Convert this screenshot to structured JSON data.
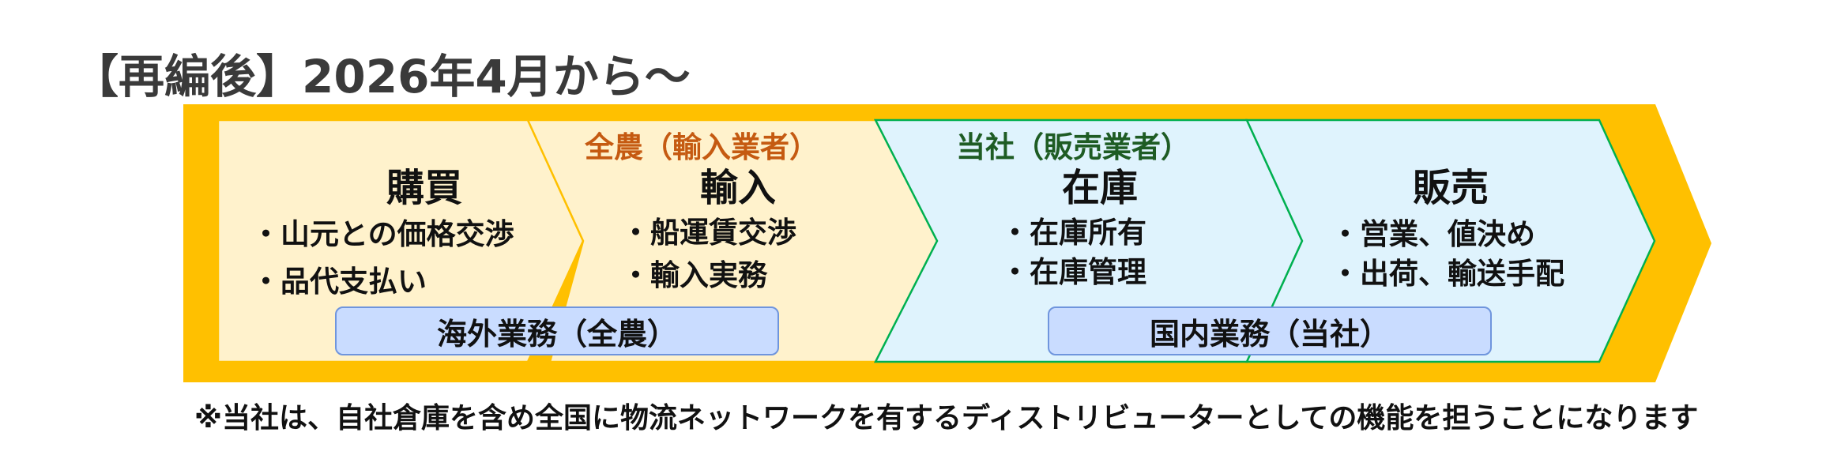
{
  "title": "【再編後】2026年4月から～",
  "colors": {
    "band": "#ffc000",
    "import_fill": "#fff2cc",
    "import_stroke": "#ffc000",
    "domestic_fill": "#dff3fd",
    "domestic_stroke": "#00b050",
    "pill_fill": "#c9dcff",
    "role_orange": "#c55a11",
    "role_green": "#1e5c24"
  },
  "roles": {
    "import": "全農（輸入業者）",
    "domestic": "当社（販売業者）"
  },
  "stages": [
    {
      "name": "購買",
      "bullets": [
        "・山元との価格交渉",
        "・品代支払い"
      ]
    },
    {
      "name": "輸入",
      "bullets": [
        "・船運賃交渉",
        "・輸入実務"
      ]
    },
    {
      "name": "在庫",
      "bullets": [
        "・在庫所有",
        "・在庫管理"
      ]
    },
    {
      "name": "販売",
      "bullets": [
        "・営業、値決め",
        "・出荷、輸送手配"
      ]
    }
  ],
  "segments": {
    "overseas": "海外業務（全農）",
    "domestic": "国内業務（当社）"
  },
  "footnote": "※当社は、自社倉庫を含め全国に物流ネットワークを有するディストリビューターとしての機能を担うことになります"
}
